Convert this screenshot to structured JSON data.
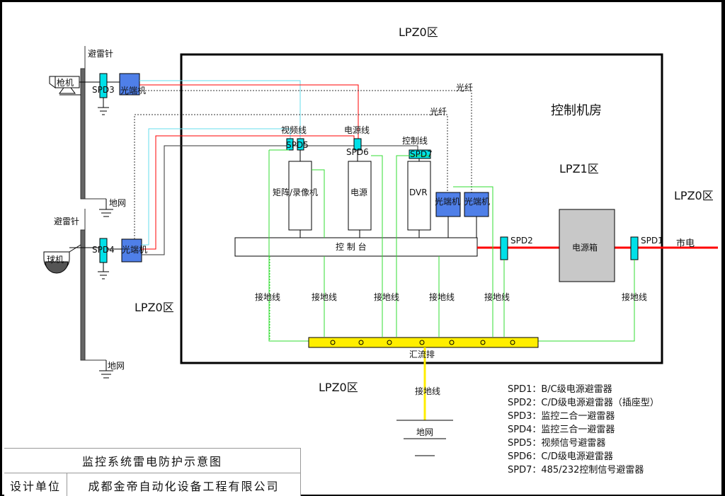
{
  "zones": {
    "lpz0_top": "LPZ0区",
    "lpz0_right": "LPZ0区",
    "lpz0_left": "LPZ0区",
    "lpz0_bottom": "LPZ0区",
    "lpz1": "LPZ1区",
    "control_room": "控制机房"
  },
  "poles": {
    "lightning_rod_1": "避雷针",
    "lightning_rod_2": "避雷针",
    "ground_1": "地网",
    "ground_2": "地网"
  },
  "cameras": {
    "gun": "枪机",
    "dome": "球机"
  },
  "spd": {
    "spd1": "SPD1",
    "spd2": "SPD2",
    "spd3": "SPD3",
    "spd4": "SPD4",
    "spd5": "SPD5",
    "spd6": "SPD6",
    "spd7": "SPD7"
  },
  "cables": {
    "fiber_1": "光纤",
    "fiber_2": "光纤",
    "video": "视频线",
    "power": "电源线",
    "control": "控制线",
    "mains": "市电",
    "ground_wires": [
      "接地线",
      "接地线",
      "接地线",
      "接地线",
      "接地线",
      "接地线"
    ],
    "main_ground_wire": "接地线"
  },
  "devices": {
    "optical_1": "光端机",
    "optical_2": "光端机",
    "optical_3": "光端机",
    "optical_4": "光端机",
    "matrix": "矩阵/录像机",
    "power_supply": "电源",
    "dvr": "DVR",
    "console": "控  制  台",
    "power_box": "电源箱",
    "busbar": "汇流排",
    "main_ground": "地网"
  },
  "legend": [
    "SPD1：B/C级电源避雷器",
    "SPD2：C/D级电源避雷器（插座型）",
    "SPD3：监控二合一避雷器",
    "SPD4：监控三合一避雷器",
    "SPD5：视频信号避雷器",
    "SPD6：C/D级电源避雷器",
    "SPD7：485/232控制信号避雷器"
  ],
  "title_block": {
    "title": "监控系统雷电防护示意图",
    "designer_label": "设计单位",
    "designer": "成都金帝自动化设备工程有限公司"
  },
  "colors": {
    "spd_fill": "#00e0e8",
    "optical_fill": "#4f7fe8",
    "busbar_fill": "#ffee00",
    "power_line": "#ff0000",
    "video_line": "#66ddee",
    "ground_line": "#33dd33",
    "ground_main": "#ffee00",
    "power_box_fill": "#c8c8c8"
  }
}
